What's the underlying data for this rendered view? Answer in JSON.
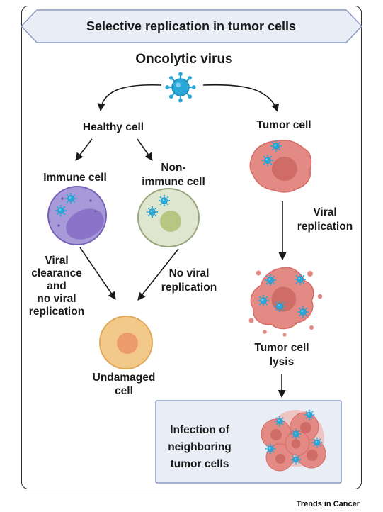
{
  "title": "Selective replication in tumor cells",
  "virus_label": "Oncolytic virus",
  "healthy_label": "Healthy cell",
  "tumor_label": "Tumor cell",
  "immune_label": "Immune cell",
  "nonimmune_label": [
    "Non-",
    "immune cell"
  ],
  "clearance_label": [
    "Viral",
    "clearance",
    "and",
    "no viral",
    "replication"
  ],
  "no_replication_label": [
    "No viral",
    "replication"
  ],
  "undamaged_label": [
    "Undamaged",
    "cell"
  ],
  "viral_replication_label": [
    "Viral",
    "replication"
  ],
  "lysis_label": [
    "Tumor cell",
    "lysis"
  ],
  "infection_label": [
    "Infection of",
    "neighboring",
    "tumor cells"
  ],
  "brand": "Trends in Cancer",
  "colors": {
    "virus": "#2aa7d9",
    "tumor": "#e48a85",
    "immune": "#a89ad8",
    "nonimmune": "#dfe6cf",
    "undamaged": "#f3c98a",
    "box_fill": "#e8edf6",
    "box_stroke": "#8a9bc2"
  }
}
